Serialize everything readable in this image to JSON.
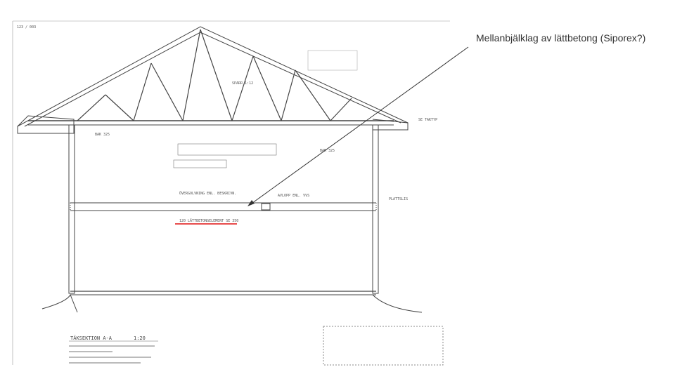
{
  "annotation": {
    "text": "Mellanbjälklag av lättbetong (Siporex?)",
    "line_color": "#333333",
    "underline_color": "#e01010"
  },
  "drawing": {
    "sheet_no": "123 / 003",
    "section_title": "TÄKSEKTION A-A",
    "scale": "1:20",
    "slab_label": "120 LÄTTBETONGELEMENT SE 350",
    "height_label_1": "BAK 325",
    "height_label_2": "BAK 325",
    "beam_label": "AVLOPP ENL. VVS",
    "overlay_label": "ÖVERGOLVNING ENL. BESKRIVN.",
    "roof_label": "SPARR 1:12",
    "gable_note": "SE TAKTYP",
    "right_note": "PLATTSLIS"
  }
}
